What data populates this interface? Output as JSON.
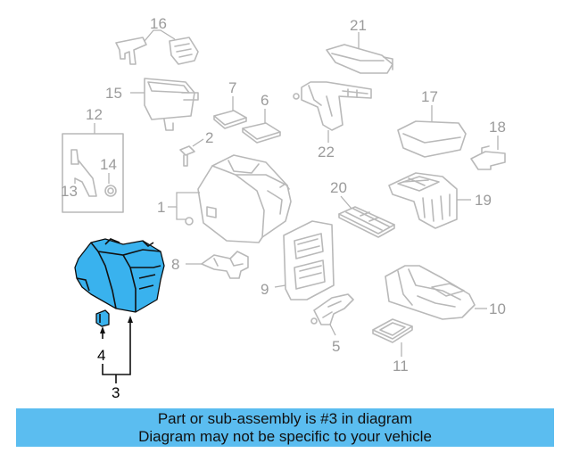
{
  "callouts": {
    "c1": "1",
    "c2": "2",
    "c3": "3",
    "c4": "4",
    "c5": "5",
    "c6": "6",
    "c7": "7",
    "c8": "8",
    "c9": "9",
    "c10": "10",
    "c11": "11",
    "c12": "12",
    "c13": "13",
    "c14": "14",
    "c15": "15",
    "c16": "16",
    "c17": "17",
    "c18": "18",
    "c19": "19",
    "c20": "20",
    "c21": "21",
    "c22": "22"
  },
  "highlight": {
    "part_number": "3",
    "color": "#39b2ee"
  },
  "banner": {
    "line1": "Part or sub-assembly is #3 in diagram",
    "line2": "Diagram may not be specific to your vehicle",
    "color": "#5bbdf0"
  }
}
